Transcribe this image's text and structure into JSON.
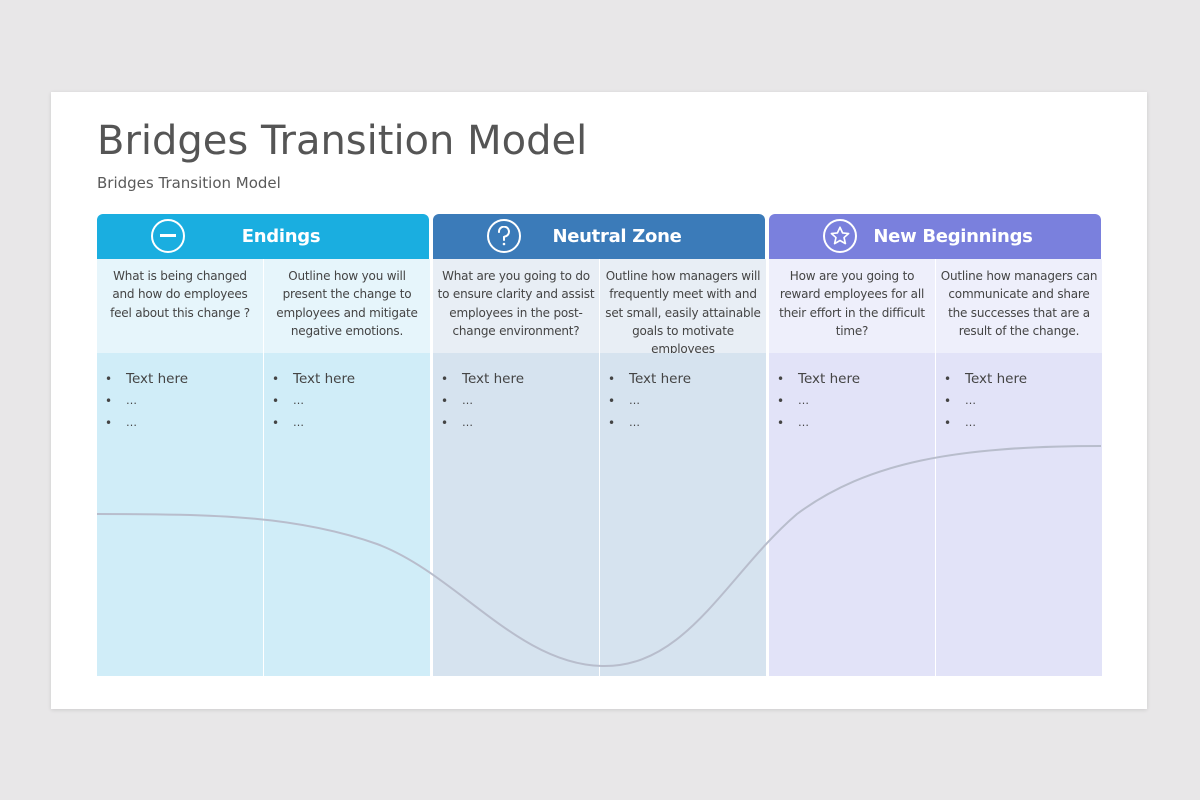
{
  "title": "Bridges Transition Model",
  "subtitle": "Bridges Transition Model",
  "colors": {
    "endings_header": "#1aaee0",
    "endings_question_bg": "#e6f5fb",
    "endings_body_bg": "#d0edf8",
    "neutral_header": "#3b7bb9",
    "neutral_question_bg": "#e8eef5",
    "neutral_body_bg": "#d6e3ef",
    "beginnings_header": "#7a80dd",
    "beginnings_question_bg": "#eeeffb",
    "beginnings_body_bg": "#e2e3f8",
    "curve": "#b8bdcc"
  },
  "phases": [
    {
      "name": "Endings",
      "icon": "minus-circle-icon",
      "columns": [
        {
          "question": "What is being changed and how do employees feel about this change ?",
          "bullets": [
            "Text here",
            "…",
            "…"
          ]
        },
        {
          "question": "Outline how you will present the change to employees and mitigate negative emotions.",
          "bullets": [
            "Text here",
            "…",
            "…"
          ]
        }
      ]
    },
    {
      "name": "Neutral Zone",
      "icon": "question-circle-icon",
      "columns": [
        {
          "question": "What are you going to do to ensure clarity and assist employees in the post-change environment?",
          "bullets": [
            "Text here",
            "…",
            "…"
          ]
        },
        {
          "question": "Outline how managers will frequently meet with and set small, easily attainable goals to motivate employees",
          "bullets": [
            "Text here",
            "…",
            "…"
          ]
        }
      ]
    },
    {
      "name": "New Beginnings",
      "icon": "star-circle-icon",
      "columns": [
        {
          "question": "How are you going to reward employees for all their effort in the difficult time?",
          "bullets": [
            "Text here",
            "…",
            "…"
          ]
        },
        {
          "question": "Outline how managers can communicate and share the successes that are a result of the change.",
          "bullets": [
            "Text here",
            "…",
            "…"
          ]
        }
      ]
    }
  ]
}
